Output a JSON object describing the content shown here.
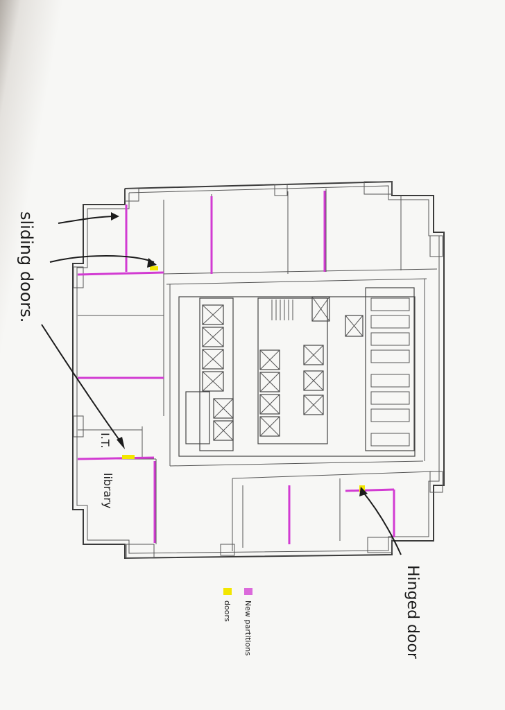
{
  "annotations": {
    "sliding_doors": "sliding doors.",
    "hinged_door": "Hinged door",
    "it_room": "I.T.",
    "library": "library"
  },
  "legend": {
    "new_partitions": "New partitions",
    "doors": "doors"
  },
  "colors": {
    "new_partitions": "#d23bd2",
    "doors": "#f2e600",
    "ink": "#1b1b1b",
    "paper": "#f7f7f5"
  }
}
